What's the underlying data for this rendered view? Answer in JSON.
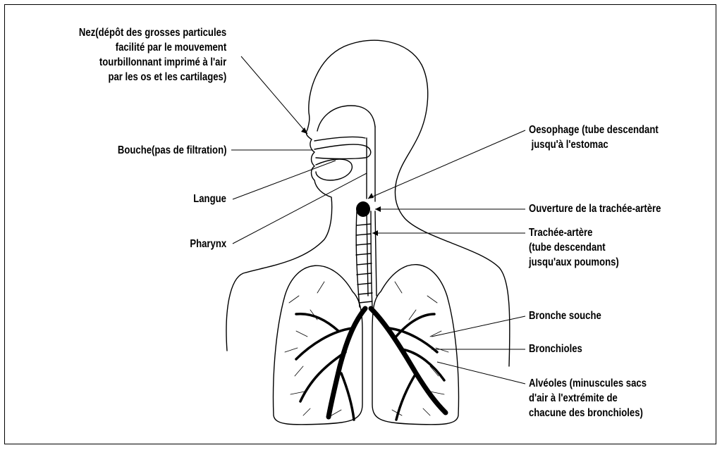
{
  "labels": {
    "nez": "Nez(dépôt des grosses particules\nfacilité par le mouvement\ntourbillonnant imprimé à l'air\npar les os et les cartilages)",
    "bouche": "Bouche(pas de filtration)",
    "langue": "Langue",
    "pharynx": "Pharynx",
    "oesophage": "Oesophage (tube descendant\n jusqu'à l'estomac",
    "ouverture": "Ouverture de la trachée-artère",
    "trachee": "Trachée-artère\n(tube descendant\njusqu'aux poumons)",
    "bronche": "Bronche souche",
    "bronchioles": "Bronchioles",
    "alveoles": "Alvéoles (minuscules sacs\nd'air à l'extrémite de\nchacune des bronchioles)"
  }
}
